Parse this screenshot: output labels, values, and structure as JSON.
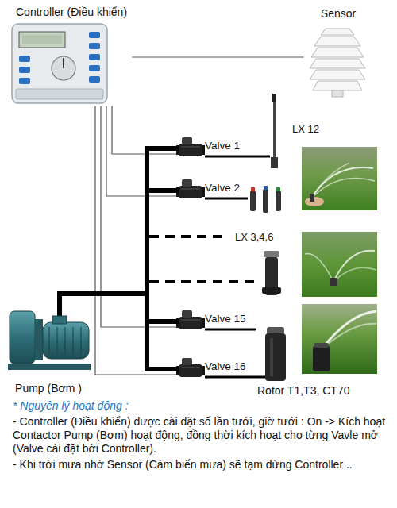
{
  "diagram": {
    "nodes": [
      {
        "text": [
          "Controller (Điều khiển)"
        ]
      },
      {
        "text": [
          "Sensor"
        ]
      },
      {
        "text": [
          "Valve 1"
        ]
      },
      {
        "text": [
          "Valve 2"
        ]
      },
      {
        "text": [
          "Valve 15"
        ]
      },
      {
        "text": [
          "Valve 16"
        ]
      },
      {
        "text": [
          "Pump (Bơm )"
        ]
      }
    ],
    "edges": [
      {
        "from": 0,
        "to": 1,
        "arrow": "none"
      },
      {
        "from": 0,
        "to": 2,
        "arrow": "none"
      },
      {
        "from": 0,
        "to": 3,
        "arrow": "none"
      },
      {
        "from": 0,
        "to": 4,
        "arrow": "none"
      },
      {
        "from": 0,
        "to": 5,
        "arrow": "none"
      },
      {
        "from": 6,
        "to": 2,
        "arrow": "none"
      },
      {
        "from": 6,
        "to": 3,
        "arrow": "none"
      },
      {
        "from": 6,
        "to": 4,
        "arrow": "none"
      },
      {
        "from": 6,
        "to": 5,
        "arrow": "none"
      }
    ],
    "labels": [
      "LX 12",
      "LX 3,4,6",
      "Rotor T1,T3, CT70",
      "* Nguyên lý hoạt động :",
      "- Controller (Điều khiển) được cài đặt số lần tưới, giờ tưới : On -> Kích hoạt Contactor Pump (Bơm) hoạt động, đồng thời kích hoạt cho từng Vavle mở (Valve cài đặt bởi Controller).",
      "- Khi trời mưa nhờ Sensor (Cảm biến mưa) sẽ tạm dừng Controller .."
    ]
  }
}
